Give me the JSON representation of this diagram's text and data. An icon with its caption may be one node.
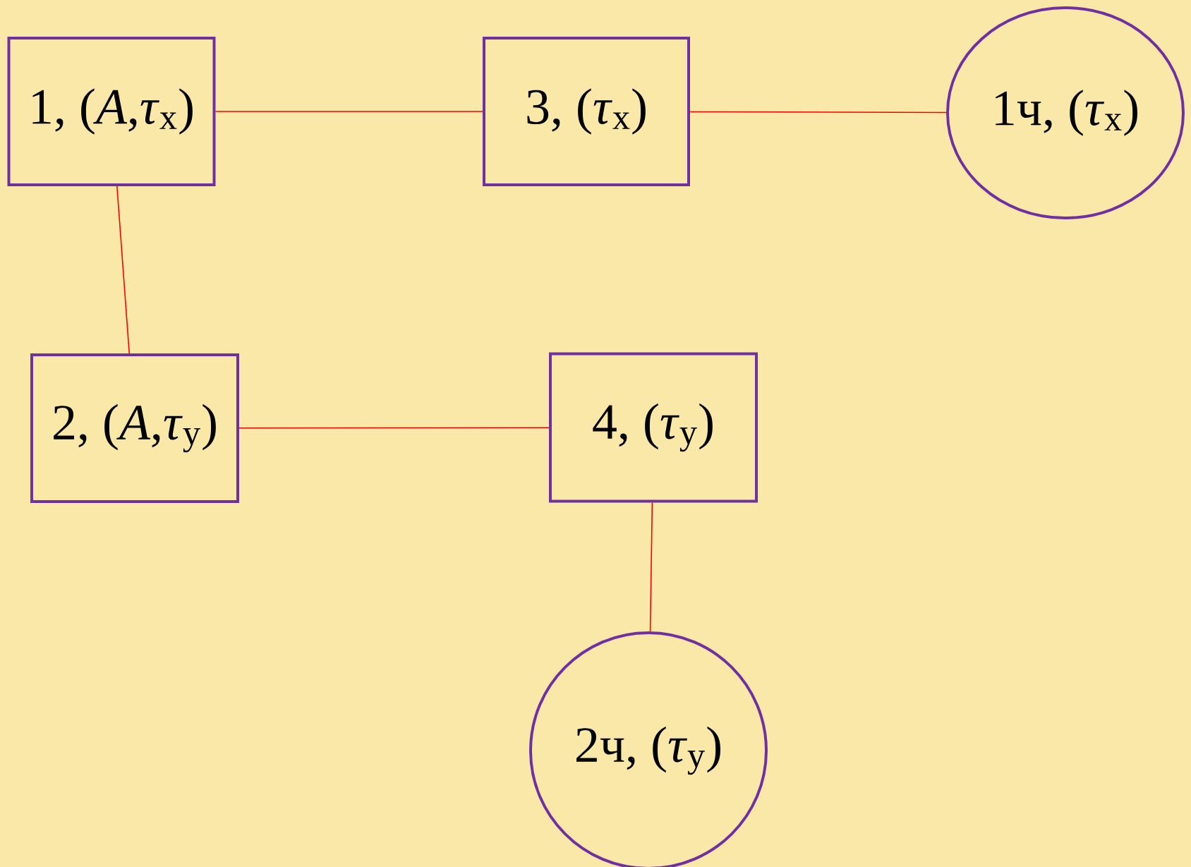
{
  "diagram": {
    "nodes": [
      {
        "text": [
          "1, (*A*,*τ*$_{x}$)"
        ]
      },
      {
        "text": [
          "3, (*τ*$_{x}$)"
        ]
      },
      {
        "text": [
          "1ч, (*τ*$_{x}$)"
        ]
      },
      {
        "text": [
          "2, (*A*,*τ*$_{y}$)"
        ]
      },
      {
        "text": [
          "4, (*τ*$_{y}$)"
        ]
      },
      {
        "text": [
          "2ч, (*τ*$_{y}$)"
        ]
      }
    ],
    "edges": [
      {
        "from": 0,
        "to": 1,
        "arrow": "none"
      },
      {
        "from": 1,
        "to": 2,
        "arrow": "none"
      },
      {
        "from": 0,
        "to": 3,
        "arrow": "none"
      },
      {
        "from": 3,
        "to": 4,
        "arrow": "none"
      },
      {
        "from": 4,
        "to": 5,
        "arrow": "none"
      }
    ]
  }
}
